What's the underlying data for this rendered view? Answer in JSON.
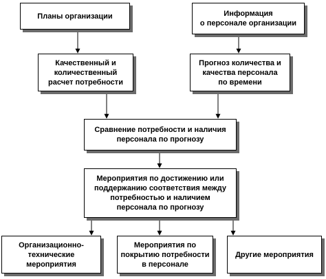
{
  "diagram": {
    "nodes": [
      {
        "id": "b1",
        "lines": [
          "Планы организации"
        ]
      },
      {
        "id": "b2",
        "lines": [
          "Информация",
          "о персонале организации"
        ]
      },
      {
        "id": "b3",
        "lines": [
          "Качественный и",
          "количественный",
          "расчет потребности"
        ]
      },
      {
        "id": "b4",
        "lines": [
          "Прогноз количества и",
          "качества персонала",
          "по времени"
        ]
      },
      {
        "id": "b5",
        "lines": [
          "Сравнение потребности и наличия",
          "персонала по прогнозу"
        ]
      },
      {
        "id": "b6",
        "lines": [
          "Мероприятия по достижению или",
          "поддержанию соответствия между",
          "потребностью и наличием",
          "персонала по прогнозу"
        ]
      },
      {
        "id": "b7",
        "lines": [
          "Организационно-",
          "технические",
          "мероприятия"
        ]
      },
      {
        "id": "b8",
        "lines": [
          "Мероприятия по",
          "покрытию потребности",
          "в персонале"
        ]
      },
      {
        "id": "b9",
        "lines": [
          "Другие мероприятия"
        ]
      }
    ],
    "edges": [
      {
        "from": "b1",
        "to": "b3"
      },
      {
        "from": "b2",
        "to": "b4"
      },
      {
        "from": "b3",
        "to": "b5"
      },
      {
        "from": "b4",
        "to": "b5"
      },
      {
        "from": "b5",
        "to": "b6"
      },
      {
        "from": "b6",
        "to": "b7"
      },
      {
        "from": "b6",
        "to": "b8"
      },
      {
        "from": "b6",
        "to": "b9"
      }
    ]
  }
}
